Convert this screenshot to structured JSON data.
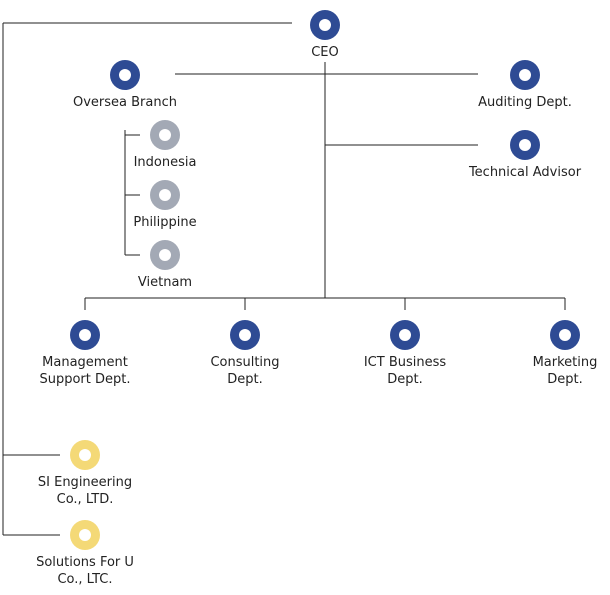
{
  "colors": {
    "primary": "#2e4b94",
    "secondary": "#a3a9b5",
    "affiliate": "#f4d977",
    "line": "#222222",
    "text": "#222222"
  },
  "nodes": [
    {
      "id": "ceo",
      "label": [
        "CEO"
      ],
      "kind": "primary"
    },
    {
      "id": "oversea",
      "label": [
        "Oversea Branch"
      ],
      "kind": "primary"
    },
    {
      "id": "auditing",
      "label": [
        "Auditing Dept."
      ],
      "kind": "primary"
    },
    {
      "id": "technical",
      "label": [
        "Technical Advisor"
      ],
      "kind": "primary"
    },
    {
      "id": "indonesia",
      "label": [
        "Indonesia"
      ],
      "kind": "secondary"
    },
    {
      "id": "philippine",
      "label": [
        "Philippine"
      ],
      "kind": "secondary"
    },
    {
      "id": "vietnam",
      "label": [
        "Vietnam"
      ],
      "kind": "secondary"
    },
    {
      "id": "management",
      "label": [
        "Management",
        "Support Dept."
      ],
      "kind": "primary"
    },
    {
      "id": "consulting",
      "label": [
        "Consulting",
        "Dept."
      ],
      "kind": "primary"
    },
    {
      "id": "ict",
      "label": [
        "ICT Business",
        "Dept."
      ],
      "kind": "primary"
    },
    {
      "id": "marketing",
      "label": [
        "Marketing",
        "Dept."
      ],
      "kind": "primary"
    },
    {
      "id": "si",
      "label": [
        "SI Engineering",
        "Co., LTD."
      ],
      "kind": "affiliate"
    },
    {
      "id": "solutions",
      "label": [
        "Solutions For U",
        "Co., LTC."
      ],
      "kind": "affiliate"
    }
  ]
}
